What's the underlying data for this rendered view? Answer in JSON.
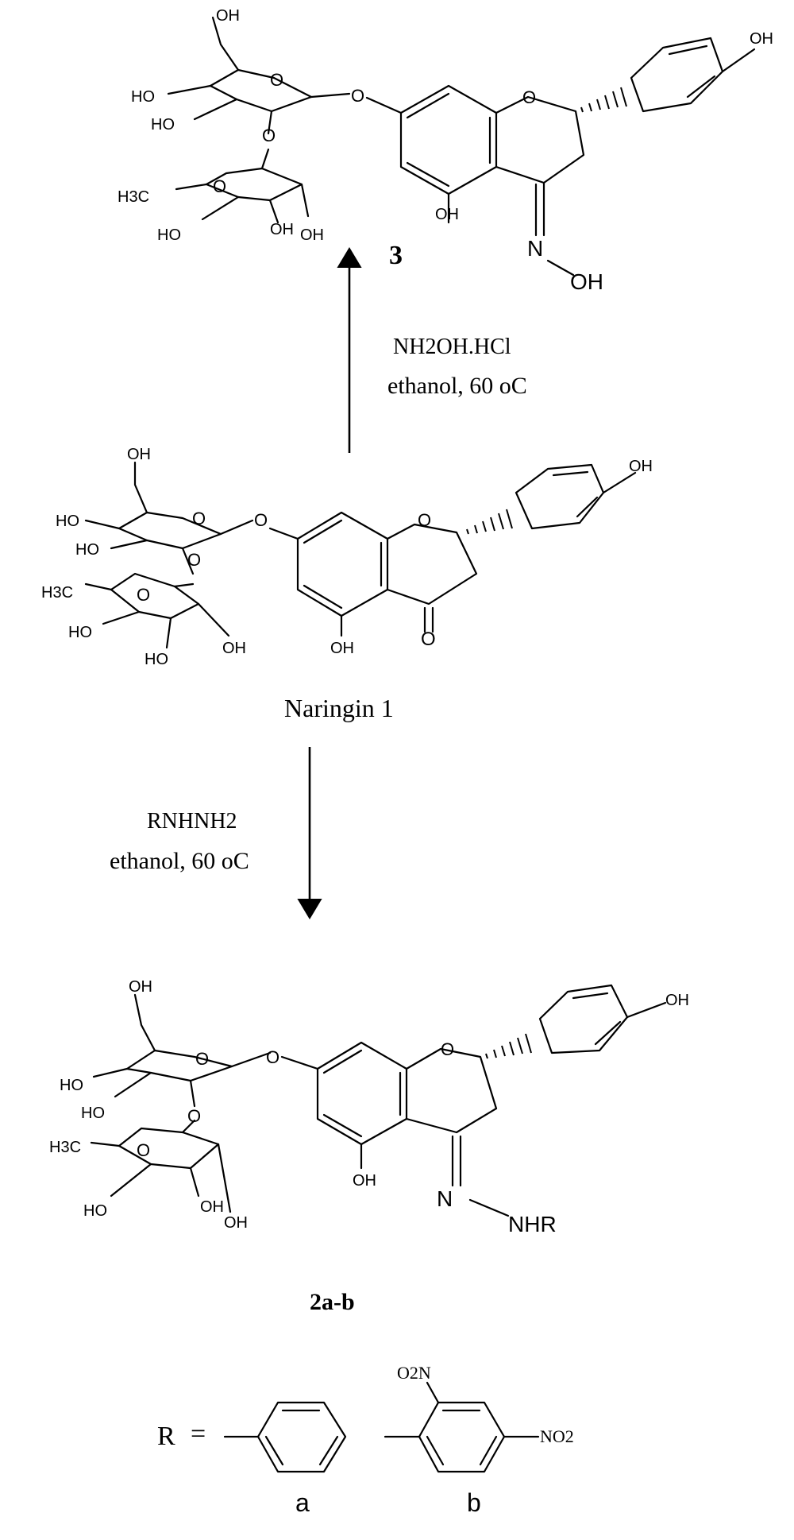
{
  "compound3": {
    "label": "3",
    "oh": [
      "OH",
      "HO",
      "HO",
      "OH",
      "OH",
      "HO",
      "OH",
      "OH"
    ],
    "o": [
      "O",
      "O",
      "O",
      "O",
      "O"
    ],
    "methyl": "H3C",
    "oxime_n": "N",
    "oxime_oh": "OH"
  },
  "reaction_up": {
    "reagent": "NH2OH.HCl",
    "conditions": "ethanol, 60 oC"
  },
  "naringin": {
    "label": "Naringin 1",
    "oh": [
      "OH",
      "HO",
      "HO",
      "HO",
      "HO",
      "OH",
      "OH",
      "OH"
    ],
    "o": [
      "O",
      "O",
      "O",
      "O",
      "O",
      "O"
    ],
    "methyl": "H3C"
  },
  "reaction_down": {
    "reagent": "RNHNH2",
    "conditions": "ethanol, 60 oC"
  },
  "compound2": {
    "label": "2a-b",
    "oh": [
      "OH",
      "HO",
      "HO",
      "OH",
      "OH",
      "HO",
      "OH",
      "OH"
    ],
    "o": [
      "O",
      "O",
      "O",
      "O",
      "O"
    ],
    "methyl": "H3C",
    "hydrazone_n": "N",
    "hydrazone_nhr": "NHR"
  },
  "r_groups": {
    "r_label": "R",
    "equals": "=",
    "option_a": "a",
    "option_b": "b",
    "nitro_top": "O2N",
    "nitro_right": "NO2"
  }
}
